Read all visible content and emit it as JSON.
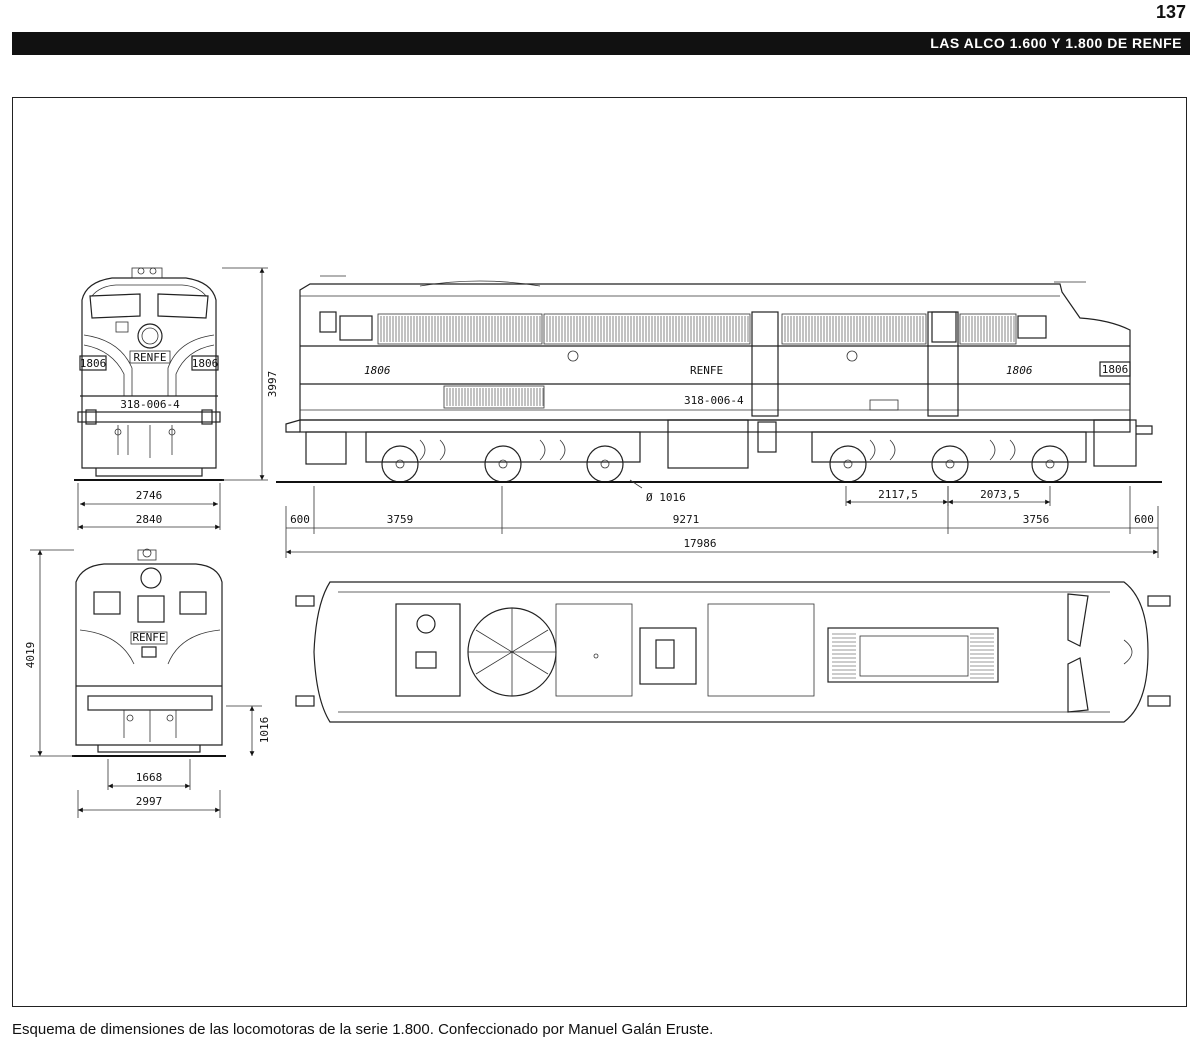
{
  "page": {
    "number": "137",
    "running_header": "LAS ALCO 1.600 Y 1.800 DE RENFE"
  },
  "caption": "Esquema de dimensiones de las locomotoras de la serie 1.800. Confeccionado por Manuel Galán Eruste.",
  "front_view": {
    "number_plate_left": "1806",
    "number_plate_right": "1806",
    "brand": "RENFE",
    "serial": "318-006-4",
    "dims": {
      "height": "3997",
      "inner_width": "2746",
      "outer_width": "2840"
    }
  },
  "rear_view": {
    "brand": "RENFE",
    "dims": {
      "height": "4019",
      "buffer_height": "1016",
      "inner_width": "1668",
      "outer_width": "2997"
    }
  },
  "side_view": {
    "number_left": "1806",
    "brand": "RENFE",
    "number_right": "1806",
    "nose_number": "1806",
    "serial": "318-006-4",
    "dims": {
      "wheel_diameter": "Ø 1016",
      "axle_spacing_a": "2117,5",
      "axle_spacing_b": "2073,5",
      "overhang_left": "600",
      "bogie_left": "3759",
      "bogie_centers": "9271",
      "bogie_right": "3756",
      "overhang_right": "600",
      "total_length": "17986"
    }
  },
  "plan_view": {}
}
